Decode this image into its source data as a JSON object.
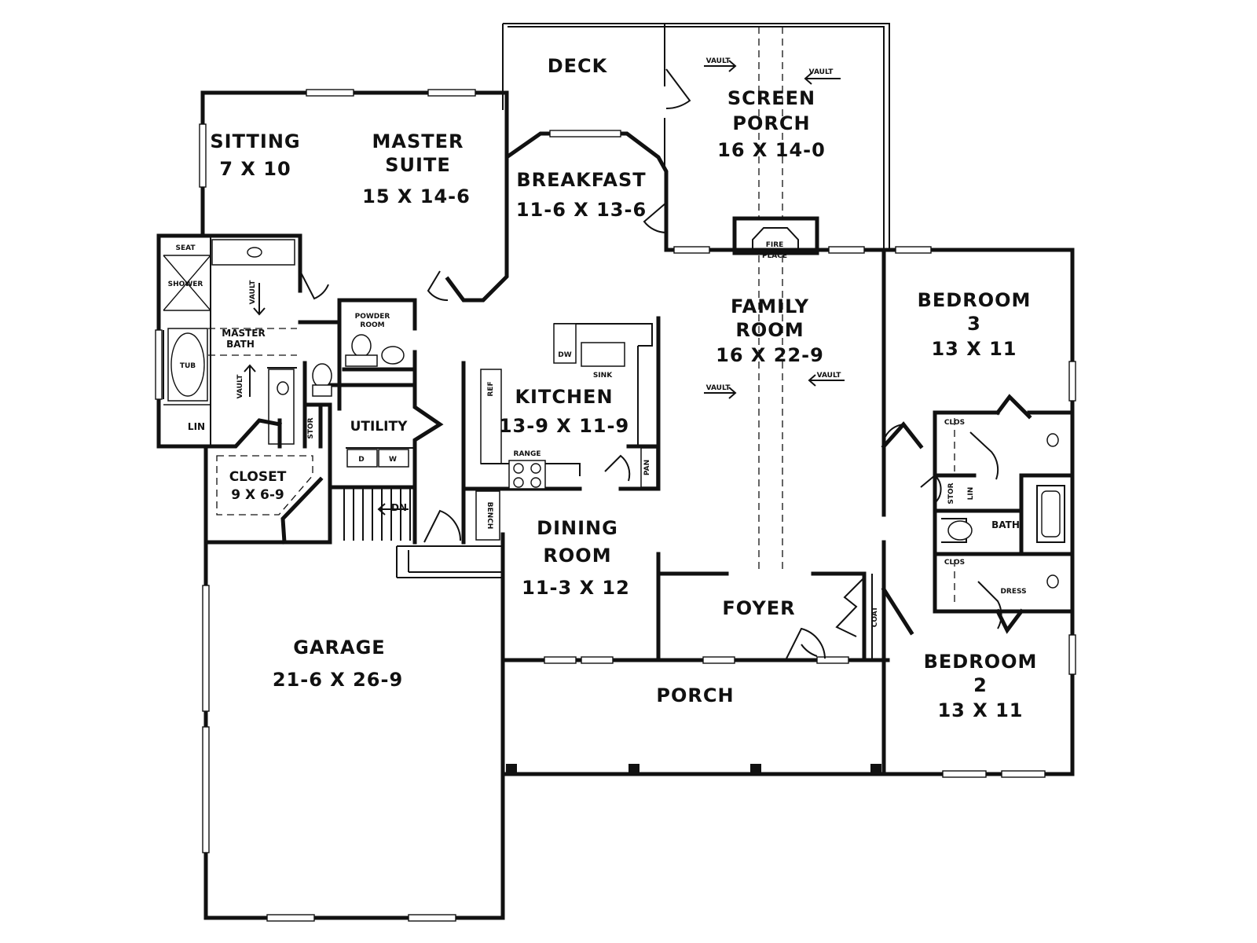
{
  "rooms": {
    "deck": {
      "name": "DECK"
    },
    "screen_porch": {
      "name_1": "SCREEN",
      "name_2": "PORCH",
      "size": "16 X 14-0"
    },
    "sitting": {
      "name": "SITTING",
      "size": "7 X 10"
    },
    "master_suite": {
      "name_1": "MASTER",
      "name_2": "SUITE",
      "size": "15 X 14-6"
    },
    "breakfast": {
      "name": "BREAKFAST",
      "size": "11-6 X 13-6"
    },
    "family_room": {
      "name_1": "FAMILY",
      "name_2": "ROOM",
      "size": "16 X 22-9"
    },
    "bedroom_3": {
      "name": "BEDROOM",
      "number": "3",
      "size": "13 X 11"
    },
    "kitchen": {
      "name": "KITCHEN",
      "size": "13-9 X 11-9"
    },
    "utility": {
      "name": "UTILITY"
    },
    "closet": {
      "name": "CLOSET",
      "size": "9 X 6-9"
    },
    "dining_room": {
      "name_1": "DINING",
      "name_2": "ROOM",
      "size": "11-3 X 12"
    },
    "foyer": {
      "name": "FOYER"
    },
    "garage": {
      "name": "GARAGE",
      "size": "21-6 X 26-9"
    },
    "porch": {
      "name": "PORCH"
    },
    "bedroom_2": {
      "name": "BEDROOM",
      "number": "2",
      "size": "13 X 11"
    },
    "master_bath": {
      "name_1": "MASTER",
      "name_2": "BATH"
    },
    "powder_room": {
      "name_1": "POWDER",
      "name_2": "ROOM"
    },
    "bath": {
      "name": "BATH"
    }
  },
  "fixtures": {
    "fireplace_1": "FIRE",
    "fireplace_2": "PLACE",
    "seat": "SEAT",
    "shower": "SHOWER",
    "tub": "TUB",
    "lin_master": "LIN",
    "stor_utility": "STOR",
    "dryer": "D",
    "washer": "W",
    "stair_dn": "DN",
    "bench": "BENCH",
    "dishwasher": "DW",
    "sink": "SINK",
    "range": "RANGE",
    "refrigerator": "REF",
    "pantry": "PAN",
    "closet_upper": "CLOS",
    "closet_lower": "CLOS",
    "stor_bath": "STOR",
    "lin_bath": "LIN",
    "dress": "DRESS",
    "coat": "COAT"
  },
  "vault_labels": {
    "screen_porch_left": "VAULT",
    "screen_porch_right": "VAULT",
    "family_left": "VAULT",
    "family_right": "VAULT",
    "master_bath_upper": "VAULT",
    "master_bath_lower": "VAULT"
  }
}
